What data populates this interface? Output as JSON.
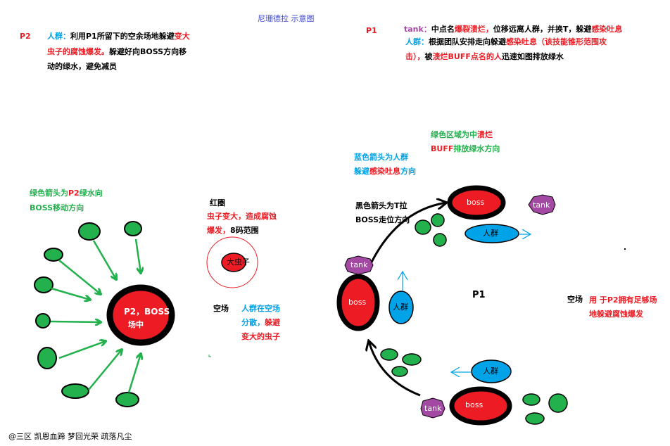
{
  "title": "尼珊德拉 示意图",
  "p2_header": {
    "phase": "P2",
    "role": "人群：",
    "line1_a": "利用P1所留下的空余场地躲避",
    "line1_b": "变大",
    "line2_a": "虫子的腐蚀爆发。",
    "line2_b": "躲避好向BOSS方向移",
    "line3": "动的绿水，避免减员"
  },
  "p1_header": {
    "phase": "P1",
    "tank_role": "tank：",
    "tank_a": "中点名",
    "tank_b": "爆裂溃烂，",
    "tank_c": "位移远离人群，并换T，躲避",
    "tank_d": "感染吐息",
    "crowd_role": "人群：",
    "crowd_a": "根据团队安排走向躲避",
    "crowd_b": "感染吐息（该技能锥形范围攻",
    "crowd_c": "击），",
    "crowd_d": "被",
    "crowd_e": "溃烂BUFF点名的人",
    "crowd_f": "迅速如图排放绿水"
  },
  "p2_diagram": {
    "legend_line1_a": "绿色箭头为",
    "legend_line1_b": "P2",
    "legend_line1_c": "绿水向",
    "legend_line2": "BOSS移动方向",
    "boss_line1": "P2，BOSS",
    "boss_line2": "场中",
    "red_circle_title": "红圈",
    "red_circle_line1": "虫子变大，造成腐蚀",
    "red_circle_line2_a": "爆发，",
    "red_circle_line2_b": "8码范围",
    "bug_label": "大虫子",
    "empty_label": "空场",
    "crowd_line1": "人群在空场",
    "crowd_line2_a": "分散，",
    "crowd_line2_b": "躲避",
    "crowd_line3": "变大的虫子"
  },
  "p1_diagram": {
    "phase_label": "P1",
    "green_legend_line1_a": "绿色区域为中",
    "green_legend_line1_b": "溃烂",
    "green_legend_line2_a": "BUFF",
    "green_legend_line2_b": "排放绿水方向",
    "blue_legend_line1": "蓝色箭头为人群",
    "blue_legend_line2_a": "躲避",
    "blue_legend_line2_b": "感染吐息",
    "blue_legend_line2_c": "方向",
    "black_legend_line1": "黑色箭头为T拉",
    "black_legend_line2": "BOSS走位方向",
    "boss_label": "boss",
    "tank_label": "tank",
    "crowd_label": "人群",
    "empty_label": "空场",
    "empty_desc_line1": "用 于P2拥有足够场",
    "empty_desc_line2": "地躲避腐蚀爆发"
  },
  "footer": "@三区 凯恩血蹄 梦回光荣 疏落凡尘",
  "colors": {
    "red": "#ed1c24",
    "green": "#22b14c",
    "blue": "#00a2e8",
    "purple": "#a349a4",
    "navy": "#3f48cc",
    "black": "#000000"
  }
}
